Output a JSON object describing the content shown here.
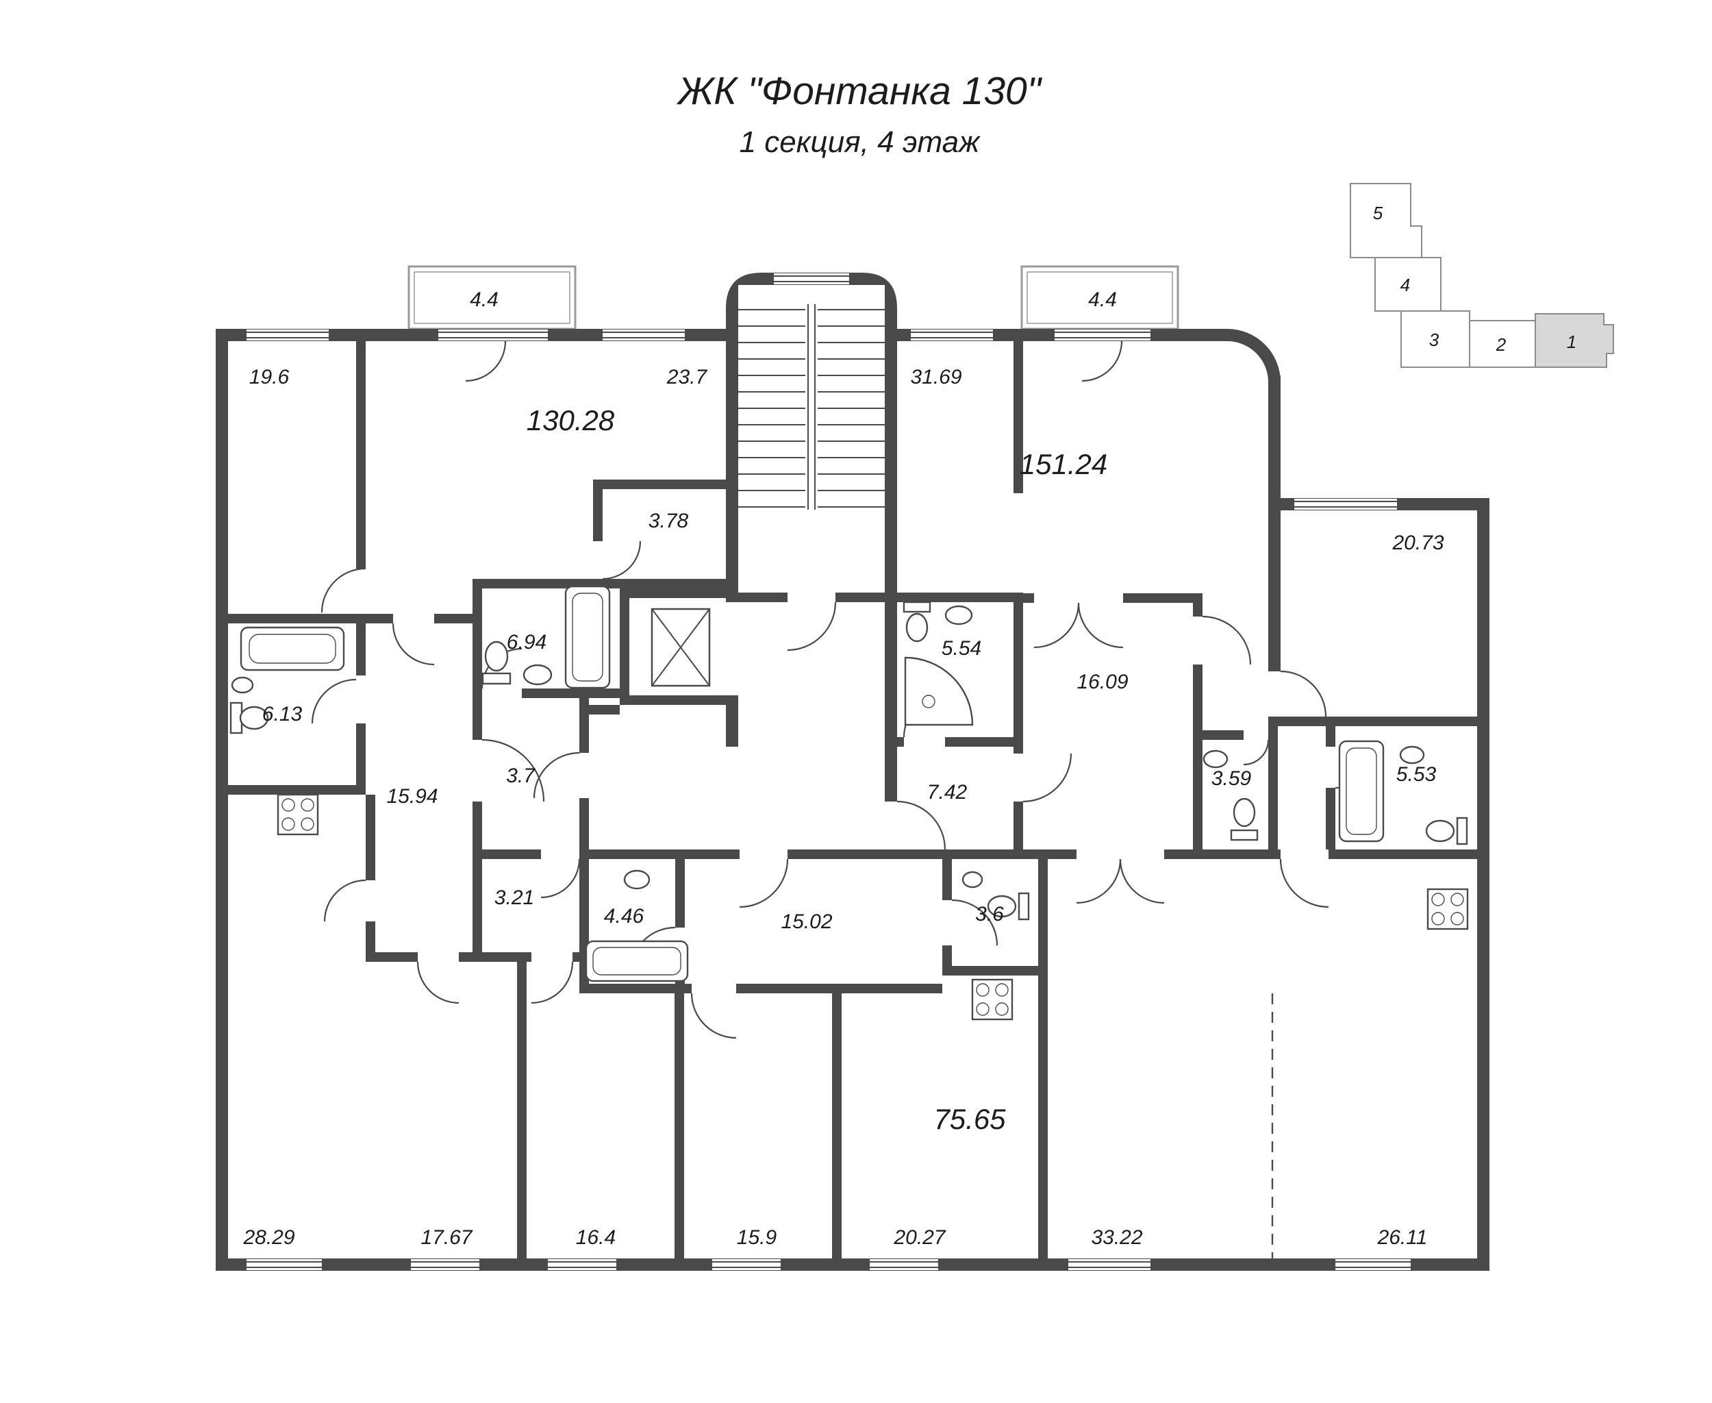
{
  "header": {
    "title": "ЖК \"Фонтанка 130\"",
    "subtitle": "1 секция, 4 этаж"
  },
  "keyplan": {
    "sections": [
      {
        "label": "5",
        "active": false
      },
      {
        "label": "4",
        "active": false
      },
      {
        "label": "3",
        "active": false
      },
      {
        "label": "2",
        "active": false
      },
      {
        "label": "1",
        "active": true
      }
    ]
  },
  "colors": {
    "wall": "#4a4a4a",
    "text": "#1c1c1c",
    "keyplan_active_fill": "#d8d8d8",
    "keyplan_stroke": "#8c8c8c"
  },
  "apartments": [
    {
      "total": "130.28"
    },
    {
      "total": "151.24"
    },
    {
      "total": "75.65"
    }
  ],
  "labels": {
    "balcony_left": "4.4",
    "balcony_right": "4.4",
    "r19_6": "19.6",
    "r23_7": "23.7",
    "r31_69": "31.69",
    "r3_78": "3.78",
    "r20_73": "20.73",
    "r6_94": "6.94",
    "r5_54": "5.54",
    "r16_09": "16.09",
    "r6_13": "6.13",
    "r15_94": "15.94",
    "r3_7": "3.7",
    "r7_42": "7.42",
    "r3_59": "3.59",
    "r5_53": "5.53",
    "r3_21": "3.21",
    "r4_46": "4.46",
    "r15_02": "15.02",
    "r3_6": "3.6",
    "r28_29": "28.29",
    "r17_67": "17.67",
    "r16_4": "16.4",
    "r15_9": "15.9",
    "r20_27": "20.27",
    "r33_22": "33.22",
    "r26_11": "26.11"
  }
}
